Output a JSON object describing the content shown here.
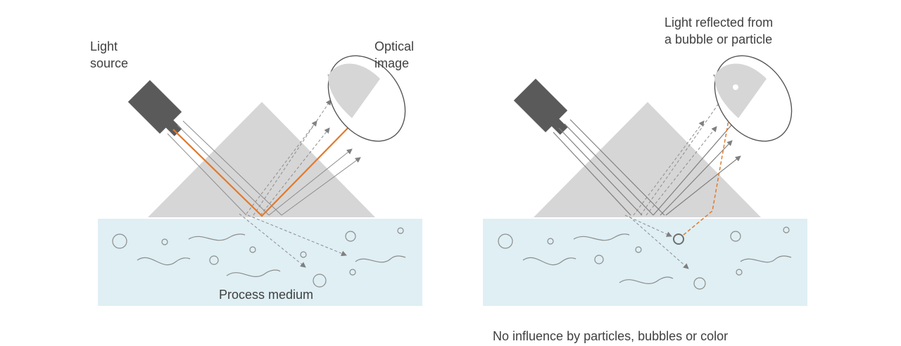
{
  "left_diagram": {
    "light_source_label": [
      "Light",
      "source"
    ],
    "optical_image_label": [
      "Optical",
      "image"
    ],
    "medium_label": "Process medium"
  },
  "right_diagram": {
    "reflection_label": [
      "Light reflected from",
      "a bubble  or particle"
    ]
  },
  "caption": "No influence by particles, bubbles  or color",
  "colors": {
    "medium": "#dfeff4",
    "prism": "#d6d6d6",
    "source_body": "#5a5a5a",
    "ray": "#7f7f7f",
    "highlight_ray": "#e07a2e",
    "text": "#404040"
  }
}
